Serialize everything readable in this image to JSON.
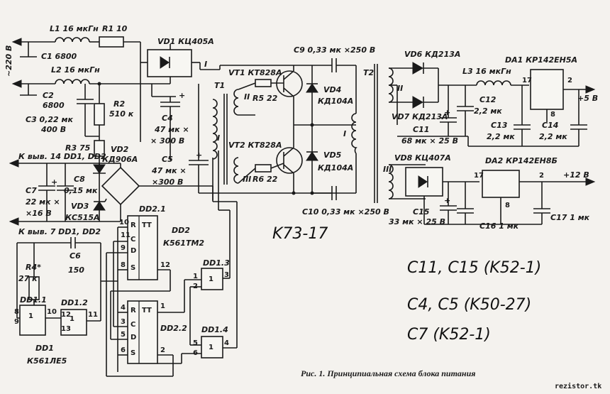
{
  "figure": {
    "caption": "Рис. 1. Принципиальная схема блока питания",
    "watermark": "rezistor.tk",
    "handwritten_notes": [
      "K73-17",
      "C11, C15 (K52-1)",
      "C4, C5 (K50-27)",
      "C7 (K52-1)"
    ]
  },
  "input": {
    "voltage": "~220 В",
    "L1": "L1 16 мкГн",
    "L2": "L2 16 мкГн",
    "R1": "R1 10",
    "C1": "C1 6800",
    "C2": "C2",
    "C2v": "6800",
    "C3": "C3 0,22 мк",
    "C3v": "400 В",
    "R2": "R2",
    "R2v": "510 к",
    "R3": "R3 75",
    "VD2": "VD2",
    "VD2v": "КД906А",
    "VD1": "VD1 КЦ405А",
    "C4": "C4",
    "C4v": "47 мк ×",
    "C4u": "× 300 В",
    "C5": "C5",
    "C5v": "47 мк ×",
    "C5u": "×300 В"
  },
  "inverter": {
    "VT1": "VT1 КТ828А",
    "VT2": "VT2 КТ828А",
    "R5": "R5 22",
    "R6": "R6 22",
    "T1": "T1",
    "T2": "T2",
    "C9": "C9 0,33 мк ×250 В",
    "C10": "C10 0,33 мк ×250 В",
    "VD4": "VD4",
    "VD4v": "КД104А",
    "VD5": "VD5",
    "VD5v": "КД104А",
    "winding_I": "I",
    "winding_II": "II",
    "winding_III": "III"
  },
  "output": {
    "VD6": "VD6 КД213А",
    "VD7": "VD7 КД213А",
    "L3": "L3 16 мкГн",
    "DA1": "DA1 КР142ЕН5А",
    "C11": "C11",
    "C11v": "68 мк × 25 В",
    "C12": "C12",
    "C12v": "2,2 мк",
    "C13": "C13",
    "C13v": "2,2 мк",
    "C14": "C14",
    "C14v": "2,2 мк",
    "plus5": "+5 В",
    "VD8": "VD8 КЦ407А",
    "DA2": "DA2 КР142ЕН8Б",
    "C15": "C15",
    "C15v": "33 мк × 25 В",
    "C16": "C16 1 мк",
    "C17": "C17 1 мк",
    "plus12": "+12 В",
    "pin17": "17",
    "pin2": "2",
    "pin8": "8"
  },
  "control": {
    "vyv14": "К выв. 14 DD1, DD2",
    "vyv7": "К выв. 7 DD1, DD2",
    "C7": "C7",
    "C7v": "22 мк ×",
    "C7u": "×16 В",
    "C8": "C8",
    "C8v": "0,15 мк",
    "VD3": "VD3",
    "VD3v": "КС515А",
    "C6": "C6",
    "C6v": "150",
    "R4": "R4*",
    "R4v": "27 к",
    "DD1_1": "DD1.1",
    "DD1_2": "DD1.2",
    "DD1_3": "DD1.3",
    "DD1_4": "DD1.4",
    "DD1": "DD1",
    "DD1v": "К561ЛЕ5",
    "DD2": "DD2",
    "DD2v": "К561ТМ2",
    "DD2_1": "DD2.1",
    "DD2_2": "DD2.2",
    "TT": "TT",
    "gate": "1",
    "pins_R": "R",
    "pins_C": "C",
    "pins_D": "D",
    "pins_S": "S"
  }
}
